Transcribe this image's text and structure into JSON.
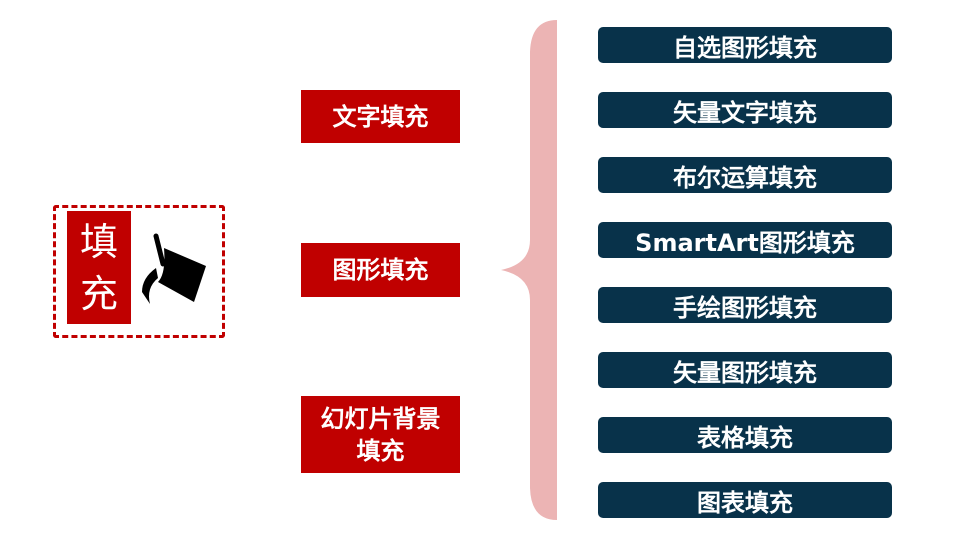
{
  "main": {
    "title_chars": [
      "填",
      "充"
    ]
  },
  "categories": [
    "文字填充",
    "图形填充",
    "幻灯片背景填充"
  ],
  "items": [
    "自选图形填充",
    "矢量文字填充",
    "布尔运算填充",
    "SmartArt图形填充",
    "手绘图形填充",
    "矢量图形填充",
    "表格填充",
    "图表填充"
  ],
  "colors": {
    "red": "#c00000",
    "navy": "#08324a",
    "brace": "#ecb4b4"
  },
  "icons": {
    "main": "paint-bucket-icon"
  }
}
